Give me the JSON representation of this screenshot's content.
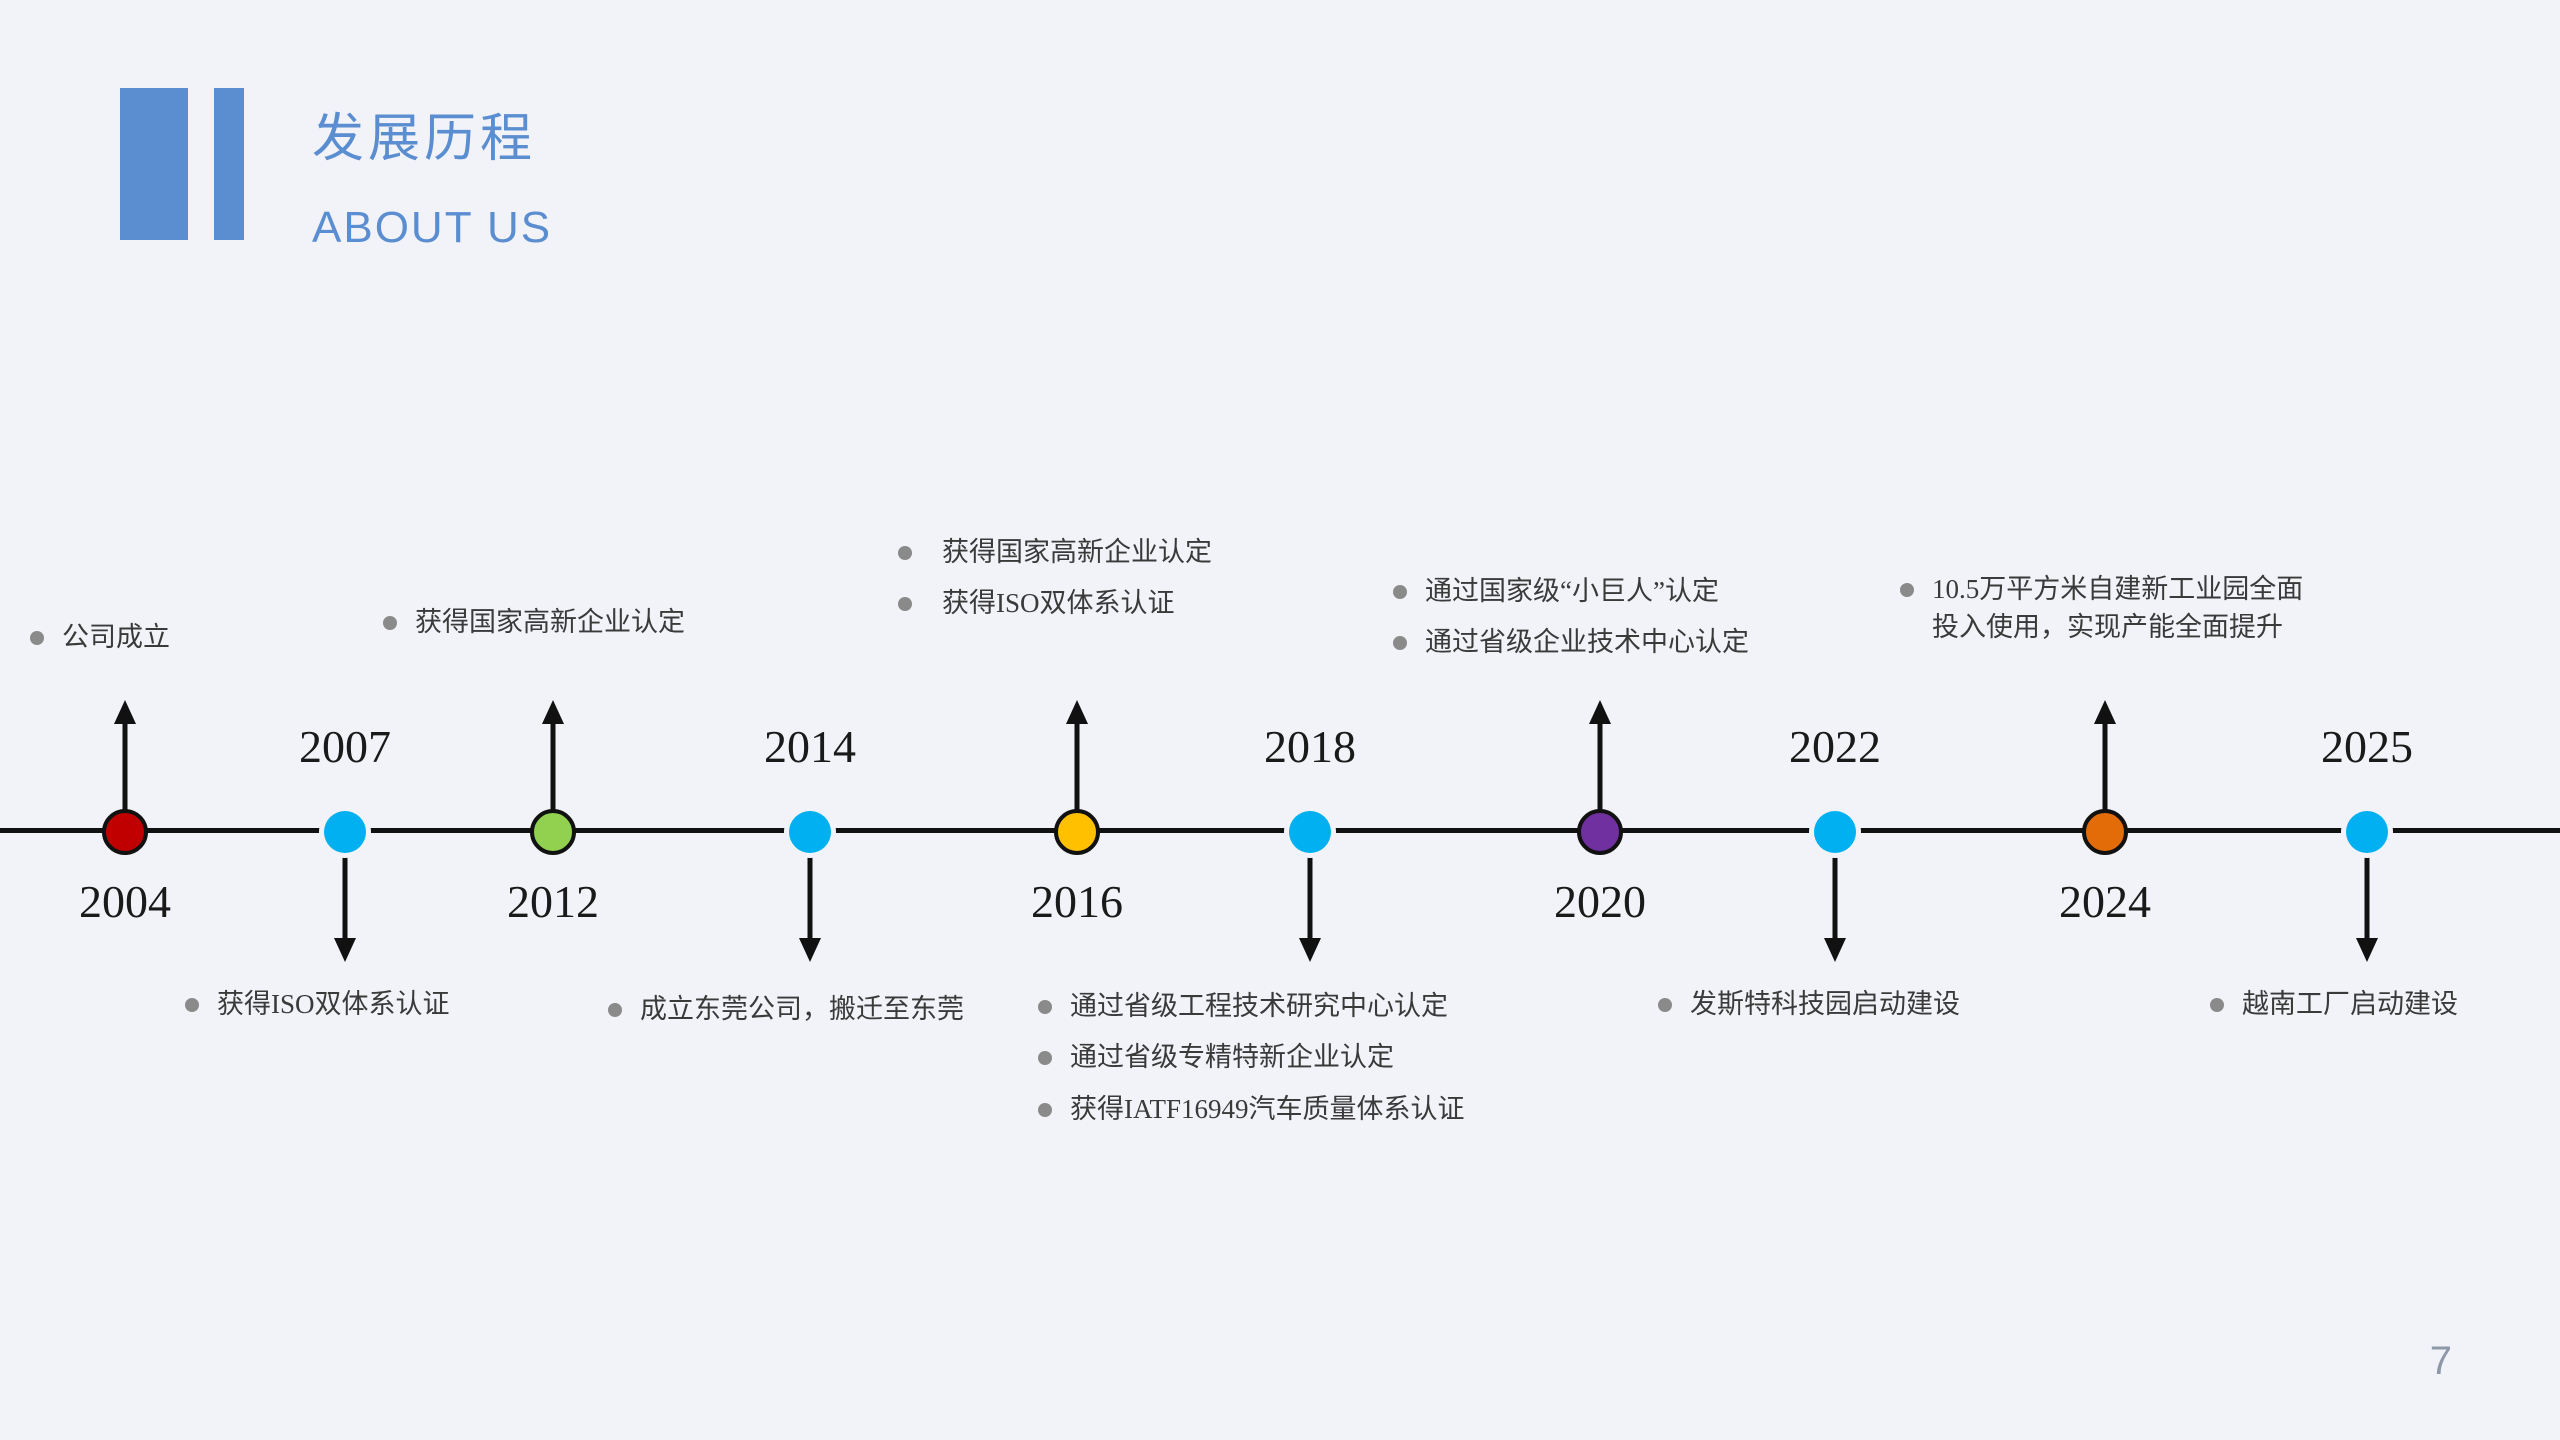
{
  "slide": {
    "background_color": "#f1f3f8",
    "page_number": "7"
  },
  "header": {
    "accent_color": "#5b8dd1",
    "title_cn": "发展历程",
    "title_en": "ABOUT US"
  },
  "timeline": {
    "axis_color": "#111111",
    "bullet_color": "#8a8a8a",
    "nodes": [
      {
        "year": "2004",
        "color": "#c00000",
        "outline": true,
        "year_side": "below",
        "arrow_side": "up",
        "captions": [
          "公司成立"
        ]
      },
      {
        "year": "2007",
        "color": "#00b0f0",
        "outline": false,
        "year_side": "above",
        "arrow_side": "down",
        "captions": [
          "获得ISO双体系认证"
        ]
      },
      {
        "year": "2012",
        "color": "#92d050",
        "outline": true,
        "year_side": "below",
        "arrow_side": "up",
        "captions": [
          "获得国家高新企业认定"
        ]
      },
      {
        "year": "2014",
        "color": "#00b0f0",
        "outline": false,
        "year_side": "above",
        "arrow_side": "down",
        "captions": [
          "成立东莞公司，搬迁至东莞"
        ]
      },
      {
        "year": "2016",
        "color": "#ffc000",
        "outline": true,
        "year_side": "below",
        "arrow_side": "up",
        "captions": [
          "获得国家高新企业认定",
          "获得ISO双体系认证"
        ]
      },
      {
        "year": "2018",
        "color": "#00b0f0",
        "outline": false,
        "year_side": "above",
        "arrow_side": "down",
        "captions": [
          "通过省级工程技术研究中心认定",
          "通过省级专精特新企业认定",
          "获得IATF16949汽车质量体系认证"
        ]
      },
      {
        "year": "2020",
        "color": "#7030a0",
        "outline": true,
        "year_side": "below",
        "arrow_side": "up",
        "captions": [
          "通过国家级“小巨人”认定",
          "通过省级企业技术中心认定"
        ]
      },
      {
        "year": "2022",
        "color": "#00b0f0",
        "outline": false,
        "year_side": "above",
        "arrow_side": "down",
        "captions": [
          "发斯特科技园启动建设"
        ]
      },
      {
        "year": "2024",
        "color": "#e36c09",
        "outline": true,
        "year_side": "below",
        "arrow_side": "up",
        "captions": [
          "10.5万平方米自建新工业园全面投入使用，实现产能全面提升"
        ]
      },
      {
        "year": "2025",
        "color": "#00b0f0",
        "outline": false,
        "year_side": "above",
        "arrow_side": "down",
        "captions": [
          "越南工厂启动建设"
        ]
      }
    ]
  }
}
